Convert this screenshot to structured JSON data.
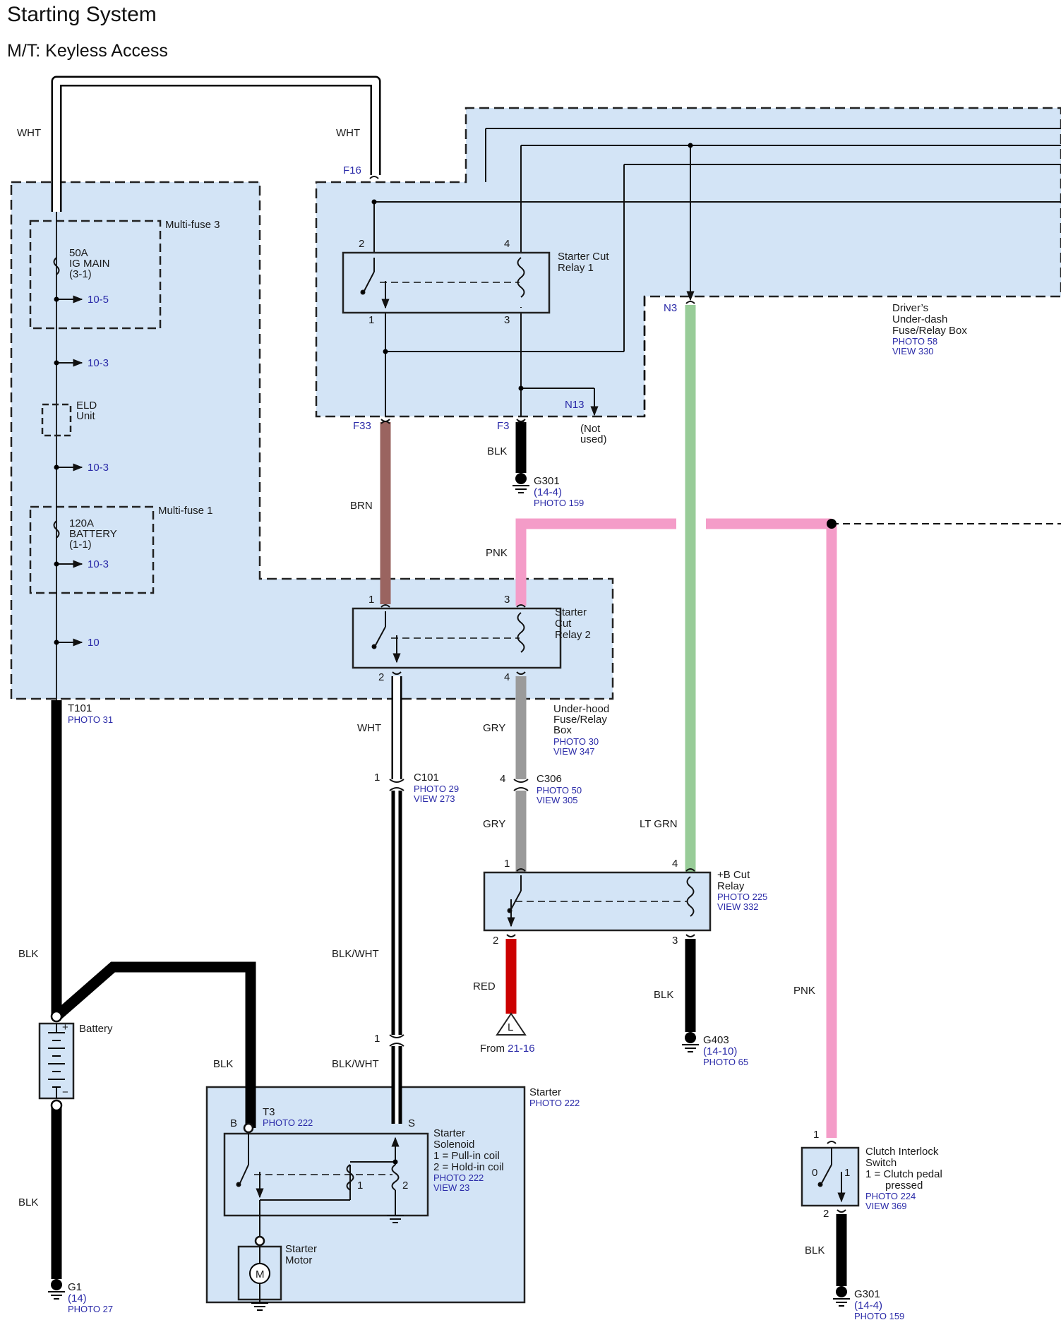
{
  "title": "Starting System",
  "subtitle": "M/T: Keyless Access",
  "colors": {
    "zone_fill": "#d3e4f6",
    "white_wire": "#ffffff",
    "black_wire": "#000000",
    "brown_wire": "#9a6460",
    "pink_wire": "#f49cc8",
    "gray_wire": "#9a9a9a",
    "lt_green_wire": "#98cc98",
    "red_wire": "#cc0000",
    "ref_text": "#2a2aa8"
  },
  "wire_labels": {
    "wht_left": "WHT",
    "wht_top": "WHT",
    "brn": "BRN",
    "pnk_relay2": "PNK",
    "blk_g301_top": "BLK",
    "wht_c101": "WHT",
    "gry_upper": "GRY",
    "gry_lower": "GRY",
    "lt_grn": "LT GRN",
    "blk_t101": "BLK",
    "blk_wht_upper": "BLK/WHT",
    "blk_wht_lower": "BLK/WHT",
    "blk_starter": "BLK",
    "blk_g1": "BLK",
    "red": "RED",
    "blk_g403": "BLK",
    "pnk_right": "PNK",
    "blk_g301_bottom": "BLK"
  },
  "connectors": {
    "f16": "F16",
    "n3": "N3",
    "f33": "F33",
    "f3": "F3",
    "n13": "N13",
    "not_used_1": "(Not",
    "not_used_2": "used)"
  },
  "underhood_box": {
    "multifuse3": "Multi-fuse 3",
    "fuse50_1": "50A",
    "fuse50_2": "IG MAIN",
    "fuse50_3": "(3-1)",
    "ref_10_5": "10-5",
    "ref_10_3a": "10-3",
    "eld_1": "ELD",
    "eld_2": "Unit",
    "ref_10_3b": "10-3",
    "multifuse1": "Multi-fuse 1",
    "fuse120_1": "120A",
    "fuse120_2": "BATTERY",
    "fuse120_3": "(1-1)",
    "ref_10_3c": "10-3",
    "ref_10": "10",
    "box_1": "Under-hood",
    "box_2": "Fuse/Relay",
    "box_3": "Box",
    "photo": "PHOTO 30",
    "view": "VIEW 347"
  },
  "relay1": {
    "name_1": "Starter Cut",
    "name_2": "Relay 1",
    "pin2": "2",
    "pin4": "4",
    "pin1": "1",
    "pin3": "3"
  },
  "dash_box": {
    "name_1": "Driver’s",
    "name_2": "Under-dash",
    "name_3": "Fuse/Relay Box",
    "photo": "PHOTO 58",
    "view": "VIEW 330"
  },
  "relay2": {
    "name_1": "Starter",
    "name_2": "Cut",
    "name_3": "Relay 2",
    "pin1": "1",
    "pin3": "3",
    "pin2": "2",
    "pin4": "4"
  },
  "bcut_relay": {
    "name_1": "+B Cut",
    "name_2": "Relay",
    "photo": "PHOTO 225",
    "view": "VIEW 332",
    "pin1": "1",
    "pin4": "4",
    "pin2": "2",
    "pin3": "3"
  },
  "grounds": {
    "g301_top": {
      "name": "G301",
      "ref": "(14-4)",
      "photo": "PHOTO 159"
    },
    "g403": {
      "name": "G403",
      "ref": "(14-10)",
      "photo": "PHOTO 65"
    },
    "g1": {
      "name": "G1",
      "ref": "(14)",
      "photo": "PHOTO 27"
    },
    "g301_bottom": {
      "name": "G301",
      "ref": "(14-4)",
      "photo": "PHOTO 159"
    }
  },
  "t101": {
    "name": "T101",
    "photo": "PHOTO 31"
  },
  "c101": {
    "pin_top": "1",
    "name": "C101",
    "photo": "PHOTO 29",
    "view": "VIEW 273",
    "pin_bottom": "1"
  },
  "c306": {
    "pin": "4",
    "name": "C306",
    "photo": "PHOTO 50",
    "view": "VIEW 305"
  },
  "battery": {
    "name": "Battery",
    "plus": "+",
    "minus": "−"
  },
  "from": {
    "letter": "L",
    "prefix": "From ",
    "ref": "21-16"
  },
  "starter": {
    "name": "Starter",
    "photo": "PHOTO 222",
    "t3": "T3",
    "t3_photo": "PHOTO 222",
    "term_b": "B",
    "term_s": "S",
    "solenoid_1": "Starter",
    "solenoid_2": "Solenoid",
    "solenoid_3": "1 = Pull-in coil",
    "solenoid_4": "2 = Hold-in coil",
    "solenoid_photo": "PHOTO 222",
    "solenoid_view": "VIEW 23",
    "coil1": "1",
    "coil2": "2",
    "motor_1": "Starter",
    "motor_2": "Motor",
    "motor_symbol": "M"
  },
  "clutch": {
    "name_1": "Clutch Interlock",
    "name_2": "Switch",
    "name_3": "1 = Clutch pedal",
    "name_4": "pressed",
    "photo": "PHOTO 224",
    "view": "VIEW 369",
    "pin1": "1",
    "pin2": "2",
    "pos0": "0",
    "pos1": "1"
  }
}
